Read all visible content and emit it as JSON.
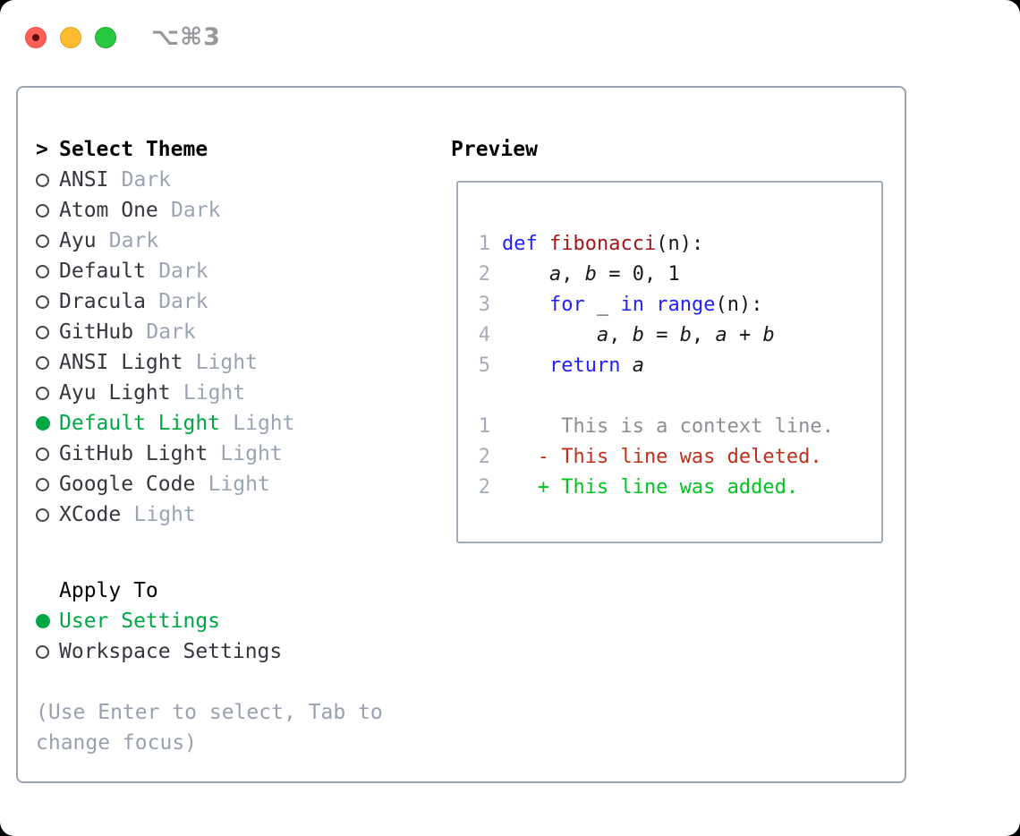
{
  "window": {
    "title": "⌥⌘3",
    "traffic_lights": [
      "close",
      "minimize",
      "zoom"
    ]
  },
  "theme_picker": {
    "cursor": ">",
    "heading": "Select Theme",
    "items": [
      {
        "label": "ANSI",
        "variant": "Dark",
        "selected": false
      },
      {
        "label": "Atom One",
        "variant": "Dark",
        "selected": false
      },
      {
        "label": "Ayu",
        "variant": "Dark",
        "selected": false
      },
      {
        "label": "Default",
        "variant": "Dark",
        "selected": false
      },
      {
        "label": "Dracula",
        "variant": "Dark",
        "selected": false
      },
      {
        "label": "GitHub",
        "variant": "Dark",
        "selected": false
      },
      {
        "label": "ANSI Light",
        "variant": "Light",
        "selected": false
      },
      {
        "label": "Ayu Light",
        "variant": "Light",
        "selected": false
      },
      {
        "label": "Default Light",
        "variant": "Light",
        "selected": true
      },
      {
        "label": "GitHub Light",
        "variant": "Light",
        "selected": false
      },
      {
        "label": "Google Code",
        "variant": "Light",
        "selected": false
      },
      {
        "label": "XCode",
        "variant": "Light",
        "selected": false
      }
    ]
  },
  "apply_to": {
    "heading": "Apply To",
    "options": [
      {
        "label": "User Settings",
        "selected": true
      },
      {
        "label": "Workspace Settings",
        "selected": false
      }
    ]
  },
  "hint": "(Use Enter to select, Tab to change focus)",
  "preview": {
    "heading": "Preview",
    "code_lines": [
      {
        "no": "1",
        "tokens": [
          [
            "kw",
            "def"
          ],
          [
            "pl",
            " "
          ],
          [
            "fn",
            "fibonacci"
          ],
          [
            "pl",
            "(n):"
          ]
        ]
      },
      {
        "no": "2",
        "tokens": [
          [
            "pl",
            "    "
          ],
          [
            "it",
            "a"
          ],
          [
            "pl",
            ", "
          ],
          [
            "it",
            "b"
          ],
          [
            "pl",
            " = 0, 1"
          ]
        ]
      },
      {
        "no": "3",
        "tokens": [
          [
            "pl",
            "    "
          ],
          [
            "kw",
            "for"
          ],
          [
            "pl",
            " _ "
          ],
          [
            "kw",
            "in"
          ],
          [
            "pl",
            " "
          ],
          [
            "kw",
            "range"
          ],
          [
            "pl",
            "(n):"
          ]
        ]
      },
      {
        "no": "4",
        "tokens": [
          [
            "pl",
            "        "
          ],
          [
            "it",
            "a"
          ],
          [
            "pl",
            ", "
          ],
          [
            "it",
            "b"
          ],
          [
            "pl",
            " = "
          ],
          [
            "it",
            "b"
          ],
          [
            "pl",
            ", "
          ],
          [
            "it",
            "a"
          ],
          [
            "pl",
            " + "
          ],
          [
            "it",
            "b"
          ]
        ]
      },
      {
        "no": "5",
        "tokens": [
          [
            "pl",
            "    "
          ],
          [
            "kw",
            "return"
          ],
          [
            "pl",
            " "
          ],
          [
            "it",
            "a"
          ]
        ]
      }
    ],
    "diff_lines": [
      {
        "no": "1",
        "kind": "ctx",
        "text": "     This is a context line."
      },
      {
        "no": "2",
        "kind": "del",
        "text": "   - This line was deleted."
      },
      {
        "no": "2",
        "kind": "add",
        "text": "   + This line was added."
      }
    ]
  },
  "colors": {
    "selection_green": "#00a845",
    "added_green": "#00c41f",
    "deleted_red": "#c42e1a",
    "context_gray": "#8b8f94",
    "keyword_blue": "#1f1fff",
    "function_red": "#a61616",
    "variant_gray": "#9aa4b2",
    "panel_border": "#9aa3ae",
    "traffic_red": "#ff5f57",
    "traffic_yellow": "#febc2e",
    "traffic_green": "#28c840"
  }
}
